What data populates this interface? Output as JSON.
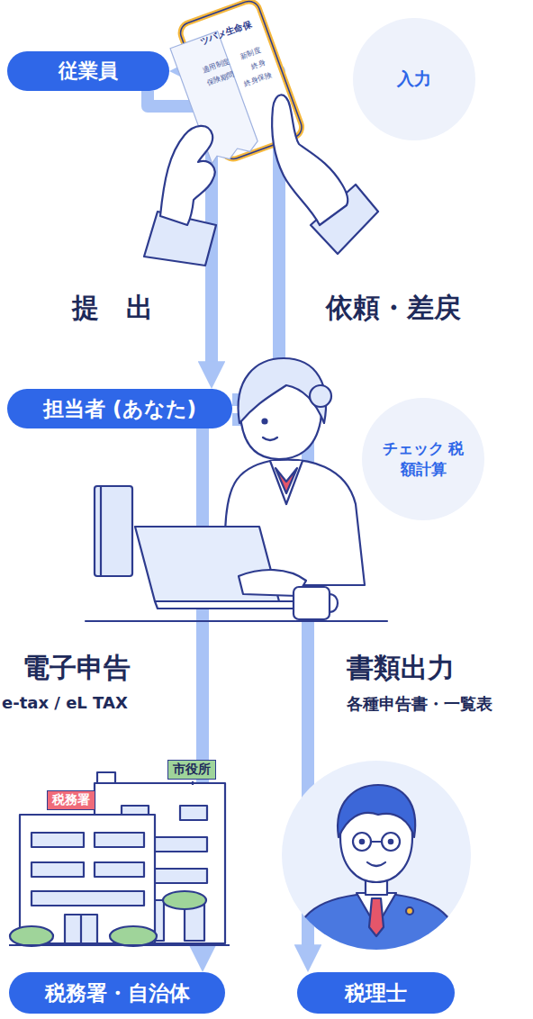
{
  "diagram": {
    "nodes": [
      {
        "text": [
          "従業員"
        ]
      },
      {
        "text": [
          "入力"
        ]
      },
      {
        "text": [
          "担当者 (あなた)"
        ]
      },
      {
        "text": [
          "チェック 税額計算"
        ]
      },
      {
        "text": [
          "税務署・自治体"
        ]
      },
      {
        "text": [
          "税理士"
        ]
      }
    ],
    "edges": [
      {
        "from": 0,
        "to": 2,
        "label": "提　出",
        "arrow": "to"
      },
      {
        "from": 2,
        "to": 0,
        "label": "依頼・差戻",
        "arrow": "to"
      },
      {
        "from": 2,
        "to": 4,
        "label": "電子申告",
        "arrow": "to"
      },
      {
        "from": 2,
        "to": 5,
        "label": "書類出力",
        "arrow": "to"
      }
    ],
    "labels": [
      "ツバメ生命保",
      "適用制度",
      "新制度",
      "保険期間",
      "終身",
      "終身保険",
      "e-tax / eL TAX",
      "各種申告書・一覧表",
      "税務署",
      "市役所"
    ]
  }
}
